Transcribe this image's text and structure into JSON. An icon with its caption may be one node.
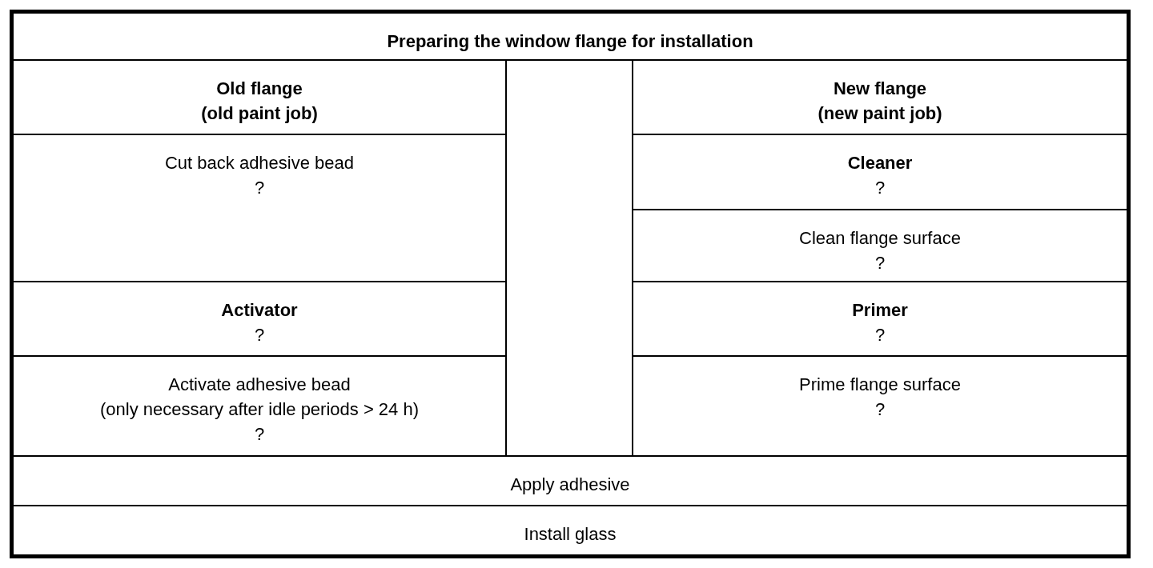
{
  "diagram": {
    "nodes": [
      {
        "text": [
          "Preparing the window flange for installation"
        ]
      },
      {
        "text": [
          "Old flange",
          "(old paint job)"
        ]
      },
      {
        "text": [
          "Cut back adhesive bead",
          "?"
        ]
      },
      {
        "text": [
          "Activator",
          "?"
        ]
      },
      {
        "text": [
          "Activate adhesive bead",
          "(only necessary after idle periods > 24 h)",
          "?"
        ]
      },
      {
        "text": [
          "New flange",
          "(new paint job)"
        ]
      },
      {
        "text": [
          "Cleaner",
          "?"
        ]
      },
      {
        "text": [
          "Clean flange surface",
          "?"
        ]
      },
      {
        "text": [
          "Primer",
          "?"
        ]
      },
      {
        "text": [
          "Prime flange surface",
          "?"
        ]
      },
      {
        "text": [
          "Apply adhesive"
        ]
      },
      {
        "text": [
          "Install glass"
        ]
      }
    ]
  }
}
